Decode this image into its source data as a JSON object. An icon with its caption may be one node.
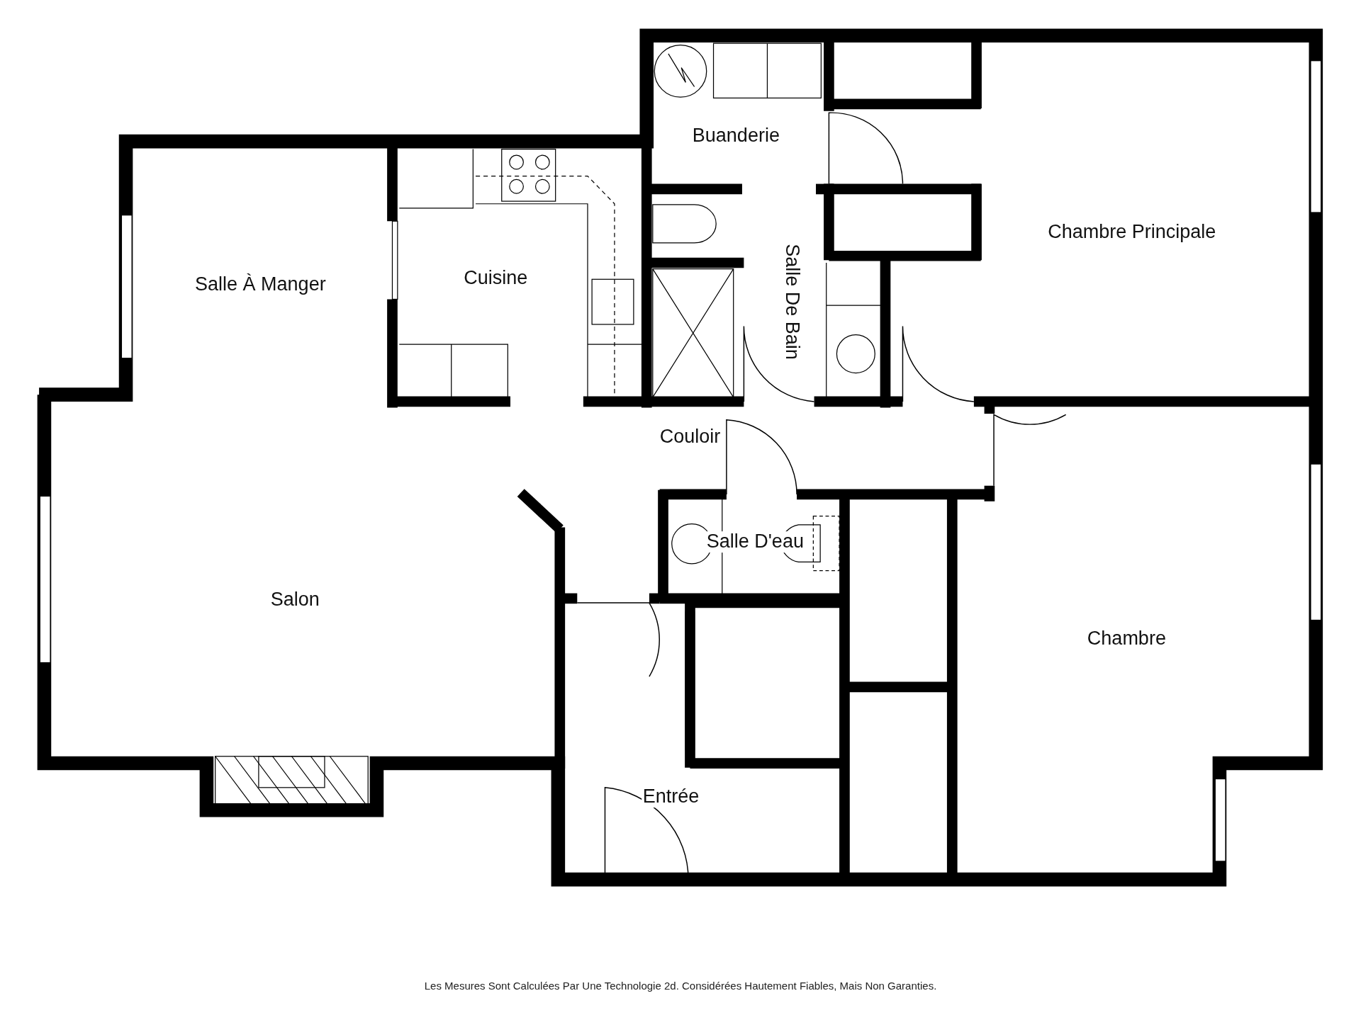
{
  "diagram": {
    "caption": "Les Mesures Sont Calculées Par Une Technologie 2d. Considérées Hautement Fiables, Mais Non Garanties.",
    "labels": [
      "Buanderie",
      "Chambre Principale",
      "Salle À Manger",
      "Cuisine",
      "Salle De Bain",
      "Couloir",
      "Salle D'eau",
      "Salon",
      "Chambre",
      "Entrée"
    ]
  }
}
